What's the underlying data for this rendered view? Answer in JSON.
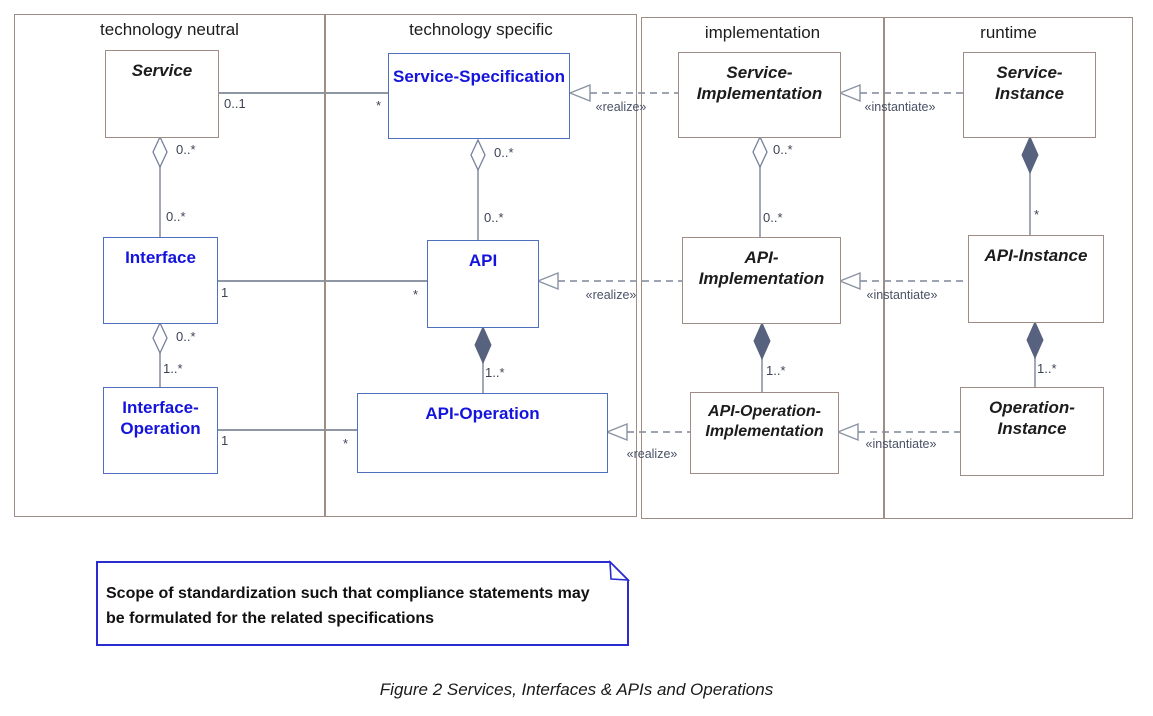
{
  "lanes": [
    {
      "label": "technology neutral"
    },
    {
      "label": "technology specific"
    },
    {
      "label": "implementation"
    },
    {
      "label": "runtime"
    }
  ],
  "classes": {
    "service": {
      "label": "Service"
    },
    "service_specification": {
      "label": "Service-Specification"
    },
    "service_implementation": {
      "label": "Service-Implementation"
    },
    "service_instance": {
      "label": "Service-Instance"
    },
    "interface": {
      "label": "Interface"
    },
    "api": {
      "label": "API"
    },
    "api_implementation": {
      "label": "API-Implementation"
    },
    "api_instance": {
      "label": "API-Instance"
    },
    "interface_operation": {
      "label": "Interface-Operation"
    },
    "api_operation": {
      "label": "API-Operation"
    },
    "api_operation_implementation": {
      "label": "API-Operation-Implementation"
    },
    "operation_instance": {
      "label": "Operation-Instance"
    }
  },
  "relations": {
    "service__service_specification": {
      "source_multiplicity": "0..1",
      "target_multiplicity": "*"
    },
    "interface__api": {
      "source_multiplicity": "1",
      "target_multiplicity": "*"
    },
    "interface_operation__api_operation": {
      "source_multiplicity": "1",
      "target_multiplicity": "*"
    },
    "service__interface": {
      "near": "0..*",
      "far": "0..*"
    },
    "service_specification__api": {
      "near": "0..*",
      "far": "0..*"
    },
    "service_implementation__api_implementation": {
      "near": "0..*",
      "far": "0..*"
    },
    "service_instance__api_instance": {
      "far": "*"
    },
    "interface__interface_operation": {
      "near": "0..*",
      "far": "1..*"
    },
    "api__api_operation": {
      "far": "1..*"
    },
    "api_implementation__api_operation_implementation": {
      "far": "1..*"
    },
    "api_instance__operation_instance": {
      "far": "1..*"
    }
  },
  "stereotypes": {
    "realize": "«realize»",
    "instantiate": "«instantiate»"
  },
  "note": {
    "text": "Scope of standardization such that compliance statements may be formulated for the related specifications"
  },
  "caption": "Figure 2 Services, Interfaces & APIs and Operations",
  "colors": {
    "lane_border": "#9e8c85",
    "neutral_box_border": "#9e8c85",
    "blue_box_border": "#4f70bd",
    "blue_text": "#1414dc",
    "note_border": "#2b2bd2",
    "connector_line": "#7d8799",
    "composition_fill": "#57627e"
  }
}
